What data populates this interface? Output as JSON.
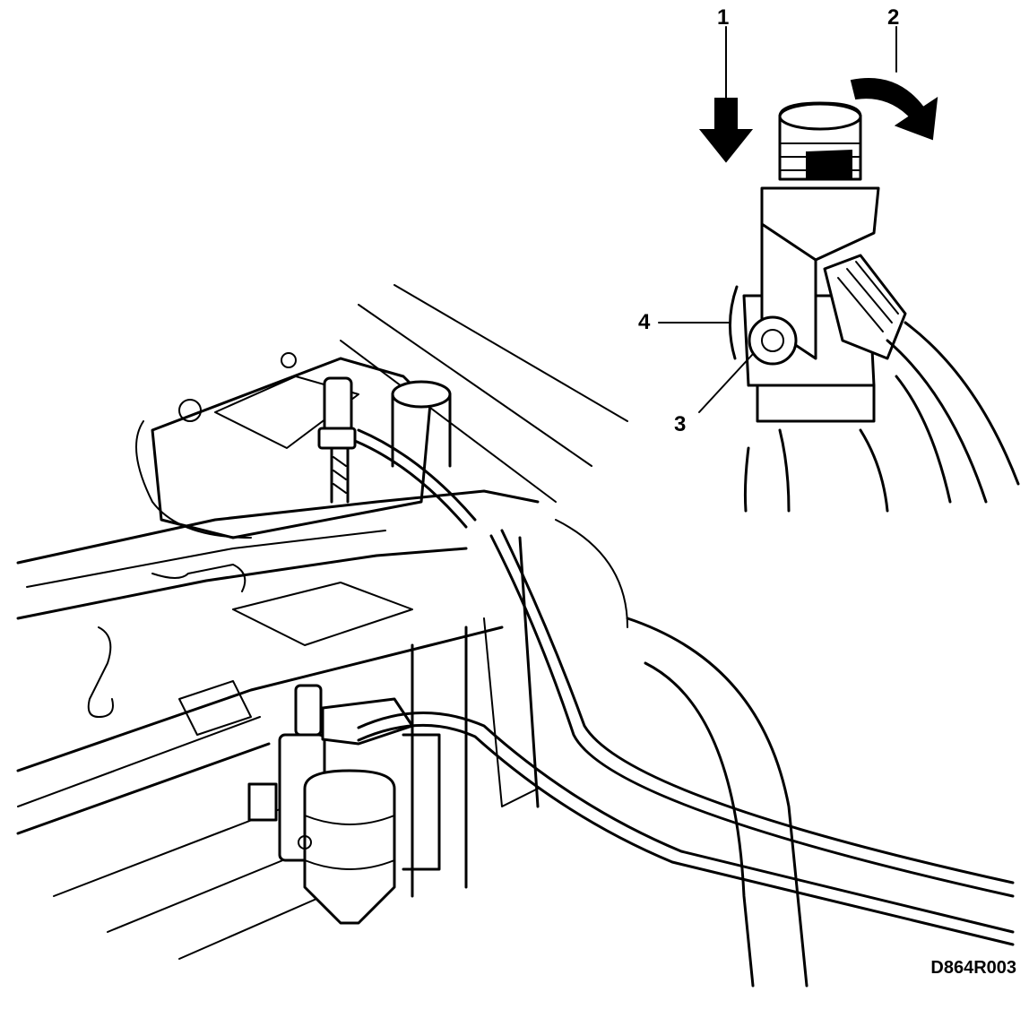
{
  "callouts": {
    "c1": "1",
    "c2": "2",
    "c3": "3",
    "c4": "4"
  },
  "figure_code": "D864R003",
  "colors": {
    "line": "#000000",
    "background": "#ffffff"
  }
}
